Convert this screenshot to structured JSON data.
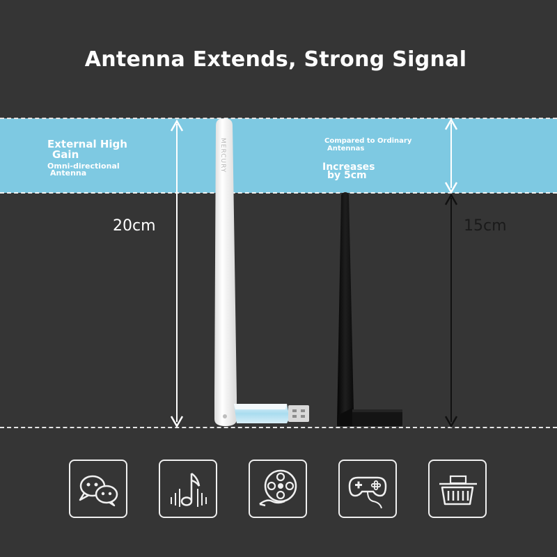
{
  "title": "Antenna Extends, Strong Signal",
  "left_label": {
    "line1": "External High",
    "line2": "Gain",
    "line3": "Omni-directional",
    "line4": "Antenna"
  },
  "right_label": {
    "line1": "Compared to Ordinary",
    "line2": "Antennas",
    "line3": "Increases",
    "line4": "by 5cm"
  },
  "measurements": {
    "left": "20cm",
    "right": "15cm"
  },
  "brand_text": "MERCURY",
  "icons": [
    "chat-bubbles-icon",
    "music-note-icon",
    "film-reel-icon",
    "gamepad-icon",
    "shopping-basket-icon"
  ],
  "colors": {
    "background": "#353535",
    "band": "#7ec9e2",
    "white_antenna": "#f4f4f4",
    "black_antenna": "#111111"
  }
}
